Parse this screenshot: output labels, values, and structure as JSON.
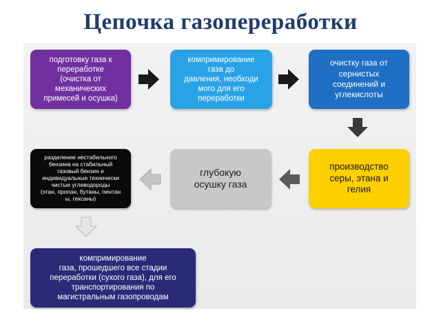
{
  "title": "Цепочка газопереработки",
  "colors": {
    "purple": "#7030a0",
    "cyan": "#2aa3e6",
    "blue": "#1f6fc5",
    "yellow": "#ffd000",
    "gray": "#c8c8c8",
    "black": "#0a0a0a",
    "navy": "#2b2a78"
  },
  "steps": [
    {
      "text": "подготовку газа к\nпереработке\n(очистка от\nмеханических\nпримесей и осушка)"
    },
    {
      "text": "компримирование\nгаза до\nдавления, необходи\nмого для его\nпереработки"
    },
    {
      "text": "очистку газа от\nсернистых\nсоединений и\nуглекислоты"
    },
    {
      "text": "производство\nсеры, этана и\nгелия"
    },
    {
      "text": "глубокую\nосушку газа"
    },
    {
      "text": "разделение нестабильного\nбензина на стабильный\nгазовый бензин и\nиндивидуальные технически\nчистые углеводороды\n(этан, пропан, бутаны, пентан\nы, гексаны)"
    },
    {
      "text": "компримирование\nгаза, прошедшего все стадии\nпереработки (сухого газа), для его\nтранспортирования по\nмагистральным газопроводам"
    }
  ]
}
